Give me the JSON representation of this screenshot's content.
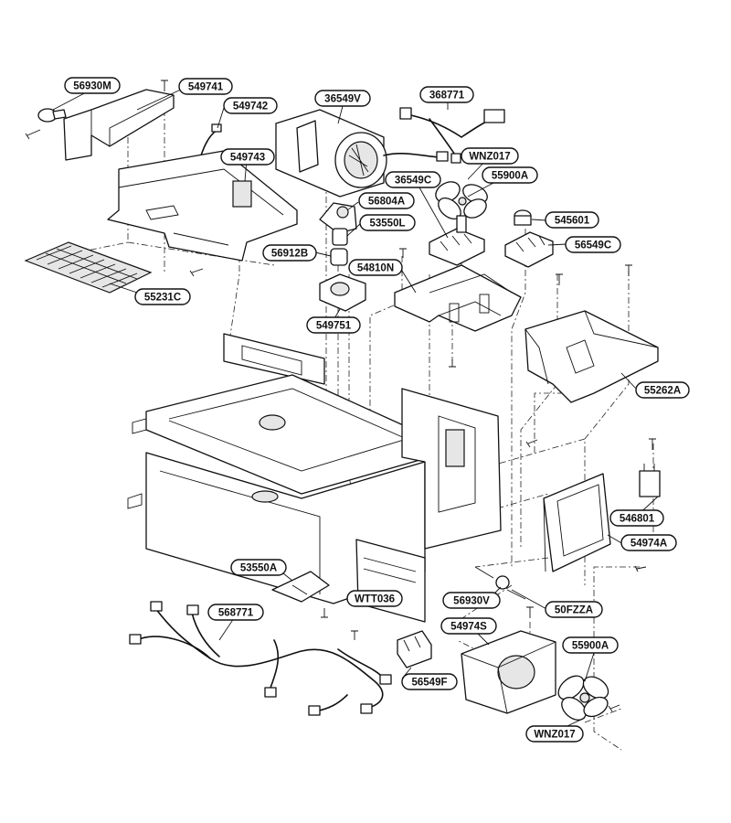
{
  "labels": {
    "56930M": "56930M",
    "549741": "549741",
    "549742": "549742",
    "36549V": "36549V",
    "368771": "368771",
    "549743": "549743",
    "WNZ017_top": "WNZ017",
    "56804A": "56804A",
    "36549C": "36549C",
    "55900A_top": "55900A",
    "53550L": "53550L",
    "545601": "545601",
    "56912B": "56912B",
    "56549C": "56549C",
    "54810N": "54810N",
    "55231C": "55231C",
    "549751": "549751",
    "55262A": "55262A",
    "546801": "546801",
    "54974A": "54974A",
    "53550A": "53550A",
    "WTT036": "WTT036",
    "56930V": "56930V",
    "50FZZA": "50FZZA",
    "568771": "568771",
    "54974S": "54974S",
    "55900A_bottom": "55900A",
    "56549F": "56549F",
    "WNZ017_bottom": "WNZ017"
  },
  "parts": {
    "screw": "screw",
    "filter": "filter",
    "main_chassis": "main-chassis",
    "fan_blade": "fan-blade",
    "blower_motor": "blower-motor",
    "wire_harness": "wire-harness"
  }
}
